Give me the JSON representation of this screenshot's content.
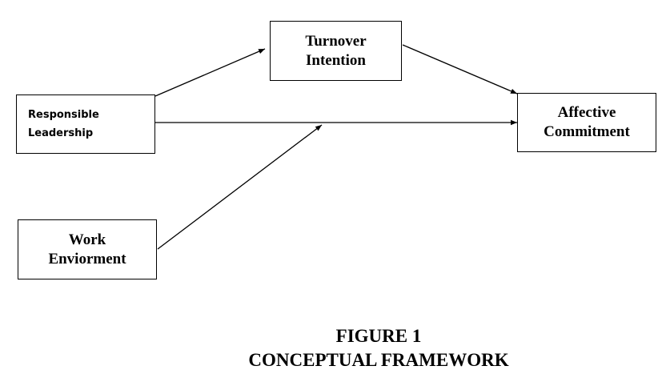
{
  "nodes": {
    "turnover_intention": {
      "lines": [
        "Turnover",
        "Intention"
      ]
    },
    "responsible_leadership": {
      "lines": [
        "Responsible",
        "Leadership"
      ]
    },
    "affective_commitment": {
      "lines": [
        "Affective",
        "Commitment"
      ]
    },
    "work_environment": {
      "lines": [
        "Work",
        "Enviorment"
      ]
    }
  },
  "caption": {
    "line1": "FIGURE 1",
    "line2": "CONCEPTUAL FRAMEWORK"
  },
  "colors": {
    "line": "#000000",
    "background": "#ffffff"
  }
}
